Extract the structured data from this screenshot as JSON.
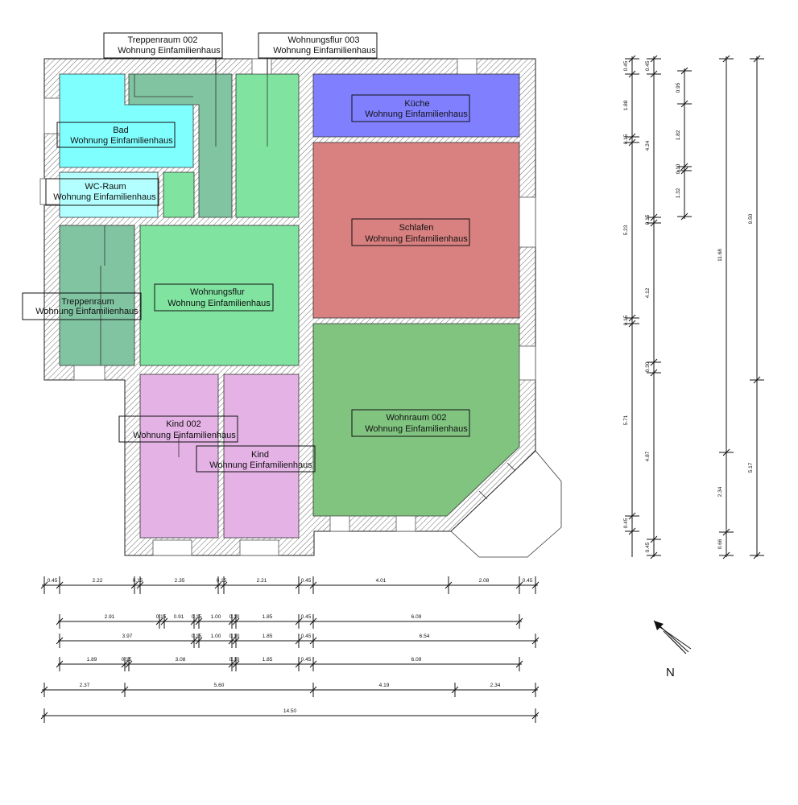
{
  "colors": {
    "bad": "#80ffff",
    "treppe": "#80c4a2",
    "flur": "#80e3a0",
    "kueche": "#8080ff",
    "schlafen": "#d98080",
    "wohnraum": "#80c480",
    "kind": "#e4b2e4",
    "wc": "#b3ffff"
  },
  "rooms": {
    "treppenraum_002": {
      "name": "Treppenraum 002",
      "sub": "Wohnung Einfamilienhaus"
    },
    "wohnungsflur_003": {
      "name": "Wohnungsflur 003",
      "sub": "Wohnung Einfamilienhaus"
    },
    "bad": {
      "name": "Bad",
      "sub": "Wohnung Einfamilienhaus"
    },
    "kueche": {
      "name": "Küche",
      "sub": "Wohnung Einfamilienhaus"
    },
    "wc_raum": {
      "name": "WC-Raum",
      "sub": "Wohnung Einfamilienhaus"
    },
    "schlafen": {
      "name": "Schlafen",
      "sub": "Wohnung Einfamilienhaus"
    },
    "treppenraum": {
      "name": "Treppenraum",
      "sub": "Wohnung Einfamilienhaus"
    },
    "wohnungsflur": {
      "name": "Wohnungsflur",
      "sub": "Wohnung Einfamilienhaus"
    },
    "wohnraum_002": {
      "name": "Wohnraum 002",
      "sub": "Wohnung Einfamilienhaus"
    },
    "kind_002": {
      "name": "Kind 002",
      "sub": "Wohnung Einfamilienhaus"
    },
    "kind": {
      "name": "Kind",
      "sub": "Wohnung Einfamilienhaus"
    }
  },
  "dimensions": {
    "row1": [
      "0.45",
      "2.22",
      "0.15",
      "2.35",
      "0.15",
      "2.21",
      "0.45",
      "4.01",
      "2.08",
      "0.45"
    ],
    "row2": [
      "2.91",
      "0.15",
      "0.91",
      "0.15",
      "1.00",
      "0.10",
      "1.85",
      "0.45",
      "6.09"
    ],
    "row3": [
      "3.97",
      "0.15",
      "1.00",
      "0.10",
      "1.85",
      "0.45",
      "6.54"
    ],
    "row4": [
      "1.89",
      "0.15",
      "3.08",
      "0.10",
      "1.85",
      "0.45",
      "6.09"
    ],
    "row5": [
      "2.37",
      "5.60",
      "4.19",
      "2.34"
    ],
    "row6": [
      "14.50"
    ],
    "col1": [
      "0.45",
      "1.88",
      "0.15",
      "5.23",
      "0.15",
      "5.71",
      "0.45"
    ],
    "col2": [
      "0.45",
      "4.24",
      "0.15",
      "4.12",
      "0.30",
      "4.87",
      "0.45"
    ],
    "col3": [
      "0.95",
      "1.82",
      "0.10",
      "1.32"
    ],
    "col4": [
      "11.68",
      "2.34",
      "0.66"
    ],
    "col5": [
      "9.50",
      "5.17"
    ]
  },
  "north_label": "N"
}
